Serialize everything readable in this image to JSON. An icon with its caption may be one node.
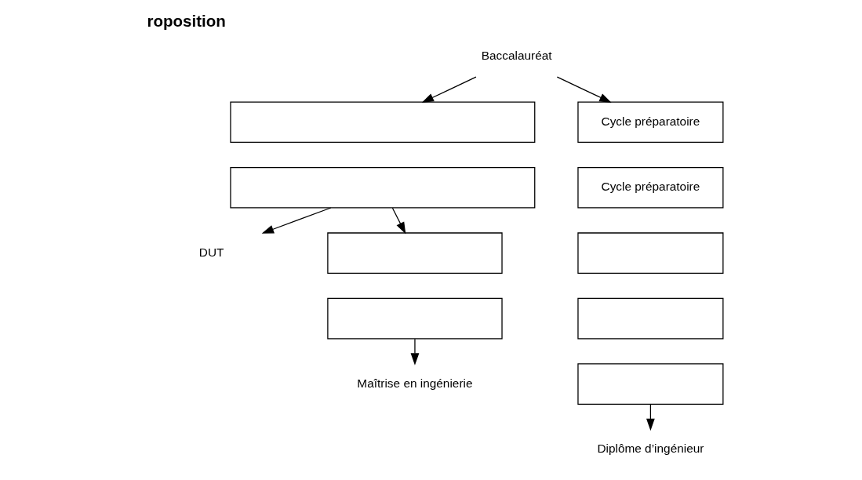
{
  "diagram": {
    "title": "roposition",
    "nodes": [
      {
        "text": [
          "Baccalauréat"
        ]
      },
      {
        "text": [],
        "shape": "box"
      },
      {
        "text": [],
        "shape": "box"
      },
      {
        "text": [
          "Cycle préparatoire"
        ]
      },
      {
        "text": [
          "Cycle préparatoire"
        ]
      },
      {
        "text": [],
        "shape": "box"
      },
      {
        "text": [],
        "shape": "box"
      },
      {
        "text": [],
        "shape": "box"
      },
      {
        "text": [],
        "shape": "box"
      },
      {
        "text": [],
        "shape": "box"
      },
      {
        "text": [
          "DUT"
        ]
      },
      {
        "text": [
          "Maîtrise en ingénierie"
        ]
      },
      {
        "text": [
          "Diplôme d’ingénieur"
        ]
      }
    ],
    "edges": [
      {
        "from": 0,
        "to": 1,
        "arrow": "to"
      },
      {
        "from": 0,
        "to": 3,
        "arrow": "to"
      },
      {
        "from": 2,
        "to": 10,
        "arrow": "to"
      },
      {
        "from": 2,
        "to": 8,
        "arrow": "to"
      },
      {
        "from": 9,
        "to": 11,
        "arrow": "to"
      },
      {
        "from": 7,
        "to": 12,
        "arrow": "to"
      }
    ]
  }
}
